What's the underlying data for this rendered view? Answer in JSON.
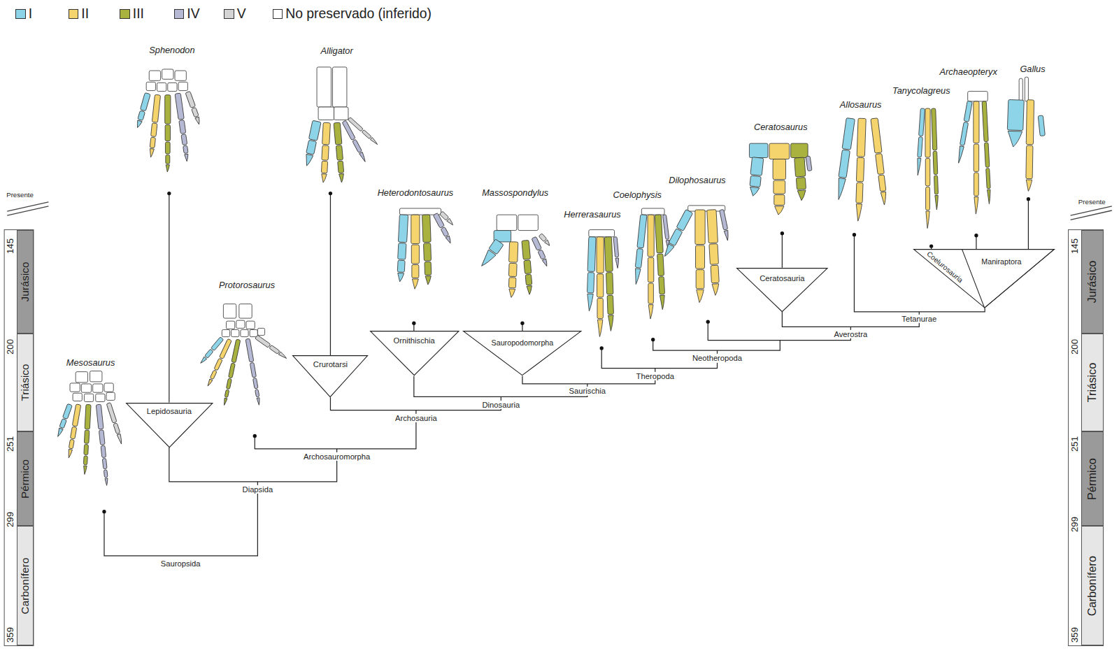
{
  "diagram": {
    "nodes": [
      {
        "text": [
          "Jurásico"
        ]
      },
      {
        "text": [
          "Triásico"
        ]
      },
      {
        "text": [
          "Pérmico"
        ]
      },
      {
        "text": [
          "Carbonífero"
        ]
      },
      {
        "text": [
          "Lepidosauria"
        ]
      },
      {
        "text": [
          "Crurotarsi"
        ]
      },
      {
        "text": [
          "Ornithischia"
        ]
      },
      {
        "text": [
          "Sauropodomorpha"
        ]
      },
      {
        "text": [
          "Ceratosauria"
        ]
      },
      {
        "text": [
          "Coelurosauria"
        ]
      },
      {
        "text": [
          "Maniraptora"
        ],
        "in": 9
      },
      {
        "text": [
          "Jurásico"
        ]
      },
      {
        "text": [
          "Triásico"
        ]
      },
      {
        "text": [
          "Pérmico"
        ]
      },
      {
        "text": [
          "Carbonífero"
        ]
      }
    ],
    "labels": [
      "Presente",
      "145",
      "200",
      "251",
      "299",
      "359",
      "Mesosaurus",
      "Sphenodon",
      "Protorosaurus",
      "Alligator",
      "Heterodontosaurus",
      "Massospondylus",
      "Herrerasaurus",
      "Coelophysis",
      "Dilophosaurus",
      "Ceratosaurus",
      "Allosaurus",
      "Tanycolagreus",
      "Archaeopteryx",
      "Gallus",
      "Sauropsida",
      "Diapsida",
      "Archosauromorpha",
      "Archosauria",
      "Dinosauria",
      "Saurischia",
      "Theropoda",
      "Neotheropoda",
      "Averostra",
      "Tetanurae",
      "Presente",
      "145",
      "200",
      "251",
      "299",
      "359"
    ],
    "legend": [
      {
        "text": "I",
        "color": "#8ed4e8"
      },
      {
        "text": "II",
        "color": "#f5d46e"
      },
      {
        "text": "III",
        "color": "#a9b23e"
      },
      {
        "text": "IV",
        "color": "#b6b9d3"
      },
      {
        "text": "V",
        "color": "#d4d4d4"
      },
      {
        "text": "No preservado (inferido)",
        "color": "#ffffff"
      }
    ]
  }
}
